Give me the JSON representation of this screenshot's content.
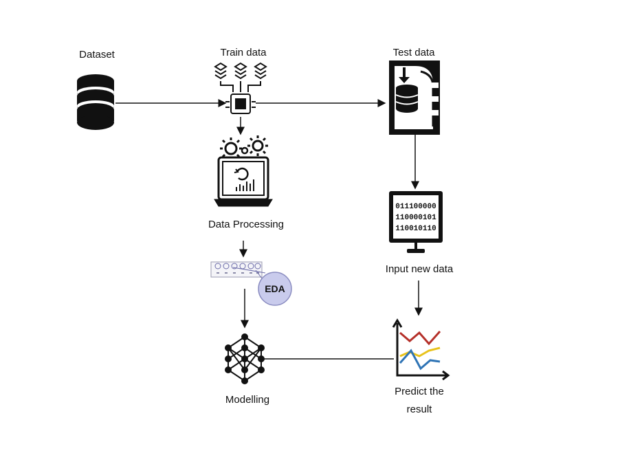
{
  "nodes": {
    "dataset": {
      "label": "Dataset",
      "icon": "database-icon"
    },
    "train_data": {
      "label": "Train data",
      "icon": "processor-chip-icon"
    },
    "test_data": {
      "label": "Test data",
      "icon": "database-document-icon"
    },
    "data_processing": {
      "label": "Data Processing",
      "icon": "laptop-gears-icon"
    },
    "eda": {
      "label": "EDA",
      "icon": "magnifier-icon"
    },
    "modelling": {
      "label": "Modelling",
      "icon": "neural-network-icon"
    },
    "input_new_data": {
      "label": "Input new data",
      "icon": "monitor-binary-icon",
      "screen_lines": [
        "011100000",
        "110000101",
        "110010110"
      ]
    },
    "predict_result": {
      "label": "Predict the result",
      "icon": "line-chart-icon"
    }
  },
  "colors": {
    "stroke": "#111111",
    "eda_fill": "#c9cbec",
    "chart_red": "#b5312a",
    "chart_yellow": "#e8c21a",
    "chart_blue": "#2f74b5"
  }
}
